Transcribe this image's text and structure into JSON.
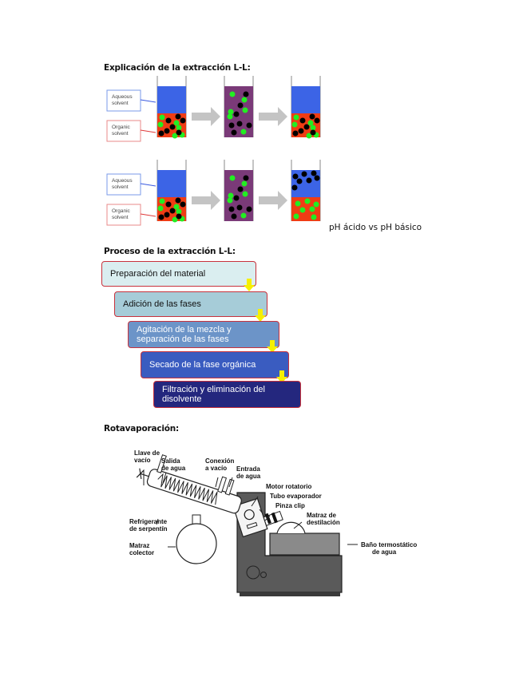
{
  "sections": {
    "explanation_title": "Explicación de la extracción L-L:",
    "process_title": "Proceso de la extracción L-L:",
    "rotavap_title": "Rotavaporación:"
  },
  "extraction_diagram": {
    "labels": {
      "aqueous": [
        "Aqueous",
        "solvent"
      ],
      "organic": [
        "Organic",
        "solvent"
      ]
    },
    "caption": "pH ácido vs pH básico",
    "colors": {
      "aqueous": "#3c64e6",
      "organic": "#f03c14",
      "mixed": "#7a3a78",
      "solute_a": "#22ee22",
      "solute_b": "#000000",
      "arrow": "#c4c4c4"
    }
  },
  "process_steps": [
    {
      "label": "Preparación del material",
      "bg": "#daeef0",
      "fg": "#111111"
    },
    {
      "label": "Adición de las fases",
      "bg": "#a6ccd8",
      "fg": "#111111"
    },
    {
      "label": "Agitación de la mezcla y separación de las fases",
      "bg": "#6c94c8",
      "fg": "#ffffff"
    },
    {
      "label": "Secado de la fase orgánica",
      "bg": "#3a5cc0",
      "fg": "#ffffff"
    },
    {
      "label": "Filtración y eliminación del disolvente",
      "bg": "#24277e",
      "fg": "#ffffff"
    }
  ],
  "rotavap_labels": {
    "llave_vacio": [
      "Llave de",
      "vacío"
    ],
    "salida_agua": [
      "Salida",
      "de agua"
    ],
    "conexion_vacio": [
      "Conexión",
      "a vacío"
    ],
    "entrada_agua": [
      "Entrada",
      "de agua"
    ],
    "motor": "Motor rotatorio",
    "tubo": "Tubo evaporador",
    "pinza": "Pinza clip",
    "matraz_destilacion": [
      "Matraz de",
      "destilación"
    ],
    "bano": [
      "Baño termostático",
      "de agua"
    ],
    "refrigerante": [
      "Refrigerante",
      "de serpentín"
    ],
    "matraz_colector": [
      "Matraz",
      "colector"
    ]
  }
}
